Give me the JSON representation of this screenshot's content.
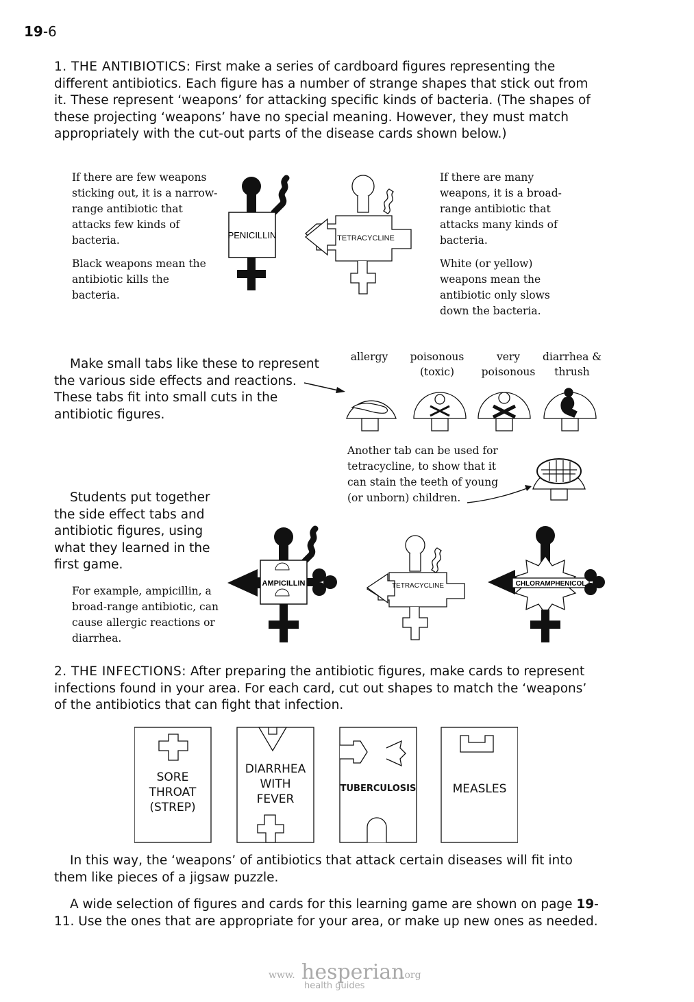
{
  "page": {
    "number_bold": "19",
    "number_rest": "-6"
  },
  "section1": {
    "heading": "1. THE ANTIBIOTICS:",
    "intro": "First make a series of cardboard figures representing the different antibiotics. Each figure has a number of strange shapes that stick out from it. These represent ‘weapons’ for attacking specific kinds of bacteria. (The shapes of these projecting ‘weapons’ have no special meaning. However, they must match appropriately with the cut-out parts of the disease cards shown below.)",
    "note_narrow": "If there are few weapons sticking out, it is a narrow-range antibiotic that attacks few kinds of bacteria.",
    "note_black": "Black weapons mean the antibiotic kills the bacteria.",
    "note_broad": "If there are many weapons, it is a broad-range antibiotic that attacks many kinds of bacteria.",
    "note_white": "White (or yellow) weapons mean the antibiotic only slows down the bacteria.",
    "fig_penicillin": "PENICILLIN",
    "fig_tetracycline": "TETRACYCLINE"
  },
  "tabs": {
    "text": "Make small tabs like these to represent the various side effects and reactions. These tabs fit into small cuts in the antibiotic figures.",
    "labels": [
      "allergy",
      "poisonous (toxic)",
      "very poisonous",
      "diarrhea & thrush"
    ],
    "teeth_note": "Another tab can be used for tetracycline, to show that it can stain the teeth of young (or unborn) children."
  },
  "students": {
    "text": "Students put together the side effect tabs and antibiotic figures, using what they learned in the first game.",
    "example": "For example, ampicillin, a broad-range antibiotic, can cause allergic reactions or diarrhea.",
    "fig_ampicillin": "AMPICILLIN",
    "fig_tetracycline": "TETRACYCLINE",
    "fig_chloramphenicol": "CHLORAMPHENICOL"
  },
  "section2": {
    "heading": "2. THE INFECTIONS:",
    "intro": "After preparing the antibiotic figures, make cards to represent infections found in your area. For each card, cut out shapes to match the ‘weapons’ of the antibiotics that can fight that infection.",
    "cards": [
      "SORE\nTHROAT\n(STREP)",
      "DIARRHEA\nWITH\nFEVER",
      "TUBERCULOSIS",
      "MEASLES"
    ],
    "jigsaw": "In this way, the ‘weapons’ of antibiotics that attack certain diseases will fit into them like pieces of a jigsaw puzzle.",
    "selection_a": "A wide selection of figures and cards for this learning game are shown on page ",
    "selection_ref": "19",
    "selection_ref_rest": "-11",
    "selection_b": ". Use the ones that are appropriate for your area, or make up new ones as needed."
  },
  "footer": {
    "www": "www.",
    "brand": "hesperian",
    "tld": ".org",
    "sub": "health guides"
  }
}
